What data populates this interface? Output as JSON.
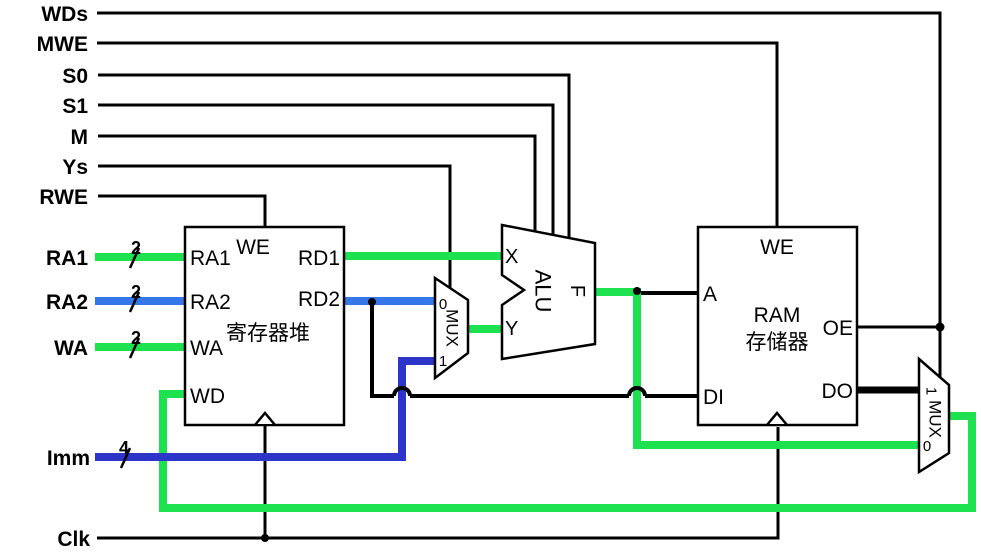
{
  "colors": {
    "green": "#1DE14F",
    "blue": "#3577E8",
    "dark_blue": "#2D35C8",
    "wire_black": "#000000"
  },
  "left_signals": {
    "wds": "WDs",
    "mwe": "MWE",
    "s0": "S0",
    "s1": "S1",
    "m": "M",
    "ys": "Ys",
    "rwe": "RWE",
    "ra1": "RA1",
    "ra2": "RA2",
    "wa": "WA",
    "imm": "Imm",
    "clk": "Clk"
  },
  "bus_widths": {
    "ra1": "2",
    "ra2": "2",
    "wa": "2",
    "imm": "4"
  },
  "regfile": {
    "title": "寄存器堆",
    "port_we": "WE",
    "port_ra1": "RA1",
    "port_ra2": "RA2",
    "port_wa": "WA",
    "port_wd": "WD",
    "port_rd1": "RD1",
    "port_rd2": "RD2"
  },
  "alu": {
    "label": "ALU",
    "port_x": "X",
    "port_y": "Y",
    "port_f": "F"
  },
  "mux_left": {
    "label": "MUX",
    "input_0": "0",
    "input_1": "1"
  },
  "mux_right": {
    "label": "MUX",
    "input_0": "0",
    "input_1": "1"
  },
  "ram": {
    "title": "RAM",
    "subtitle": "存储器",
    "port_we": "WE",
    "port_a": "A",
    "port_di": "DI",
    "port_oe": "OE",
    "port_do": "DO"
  }
}
